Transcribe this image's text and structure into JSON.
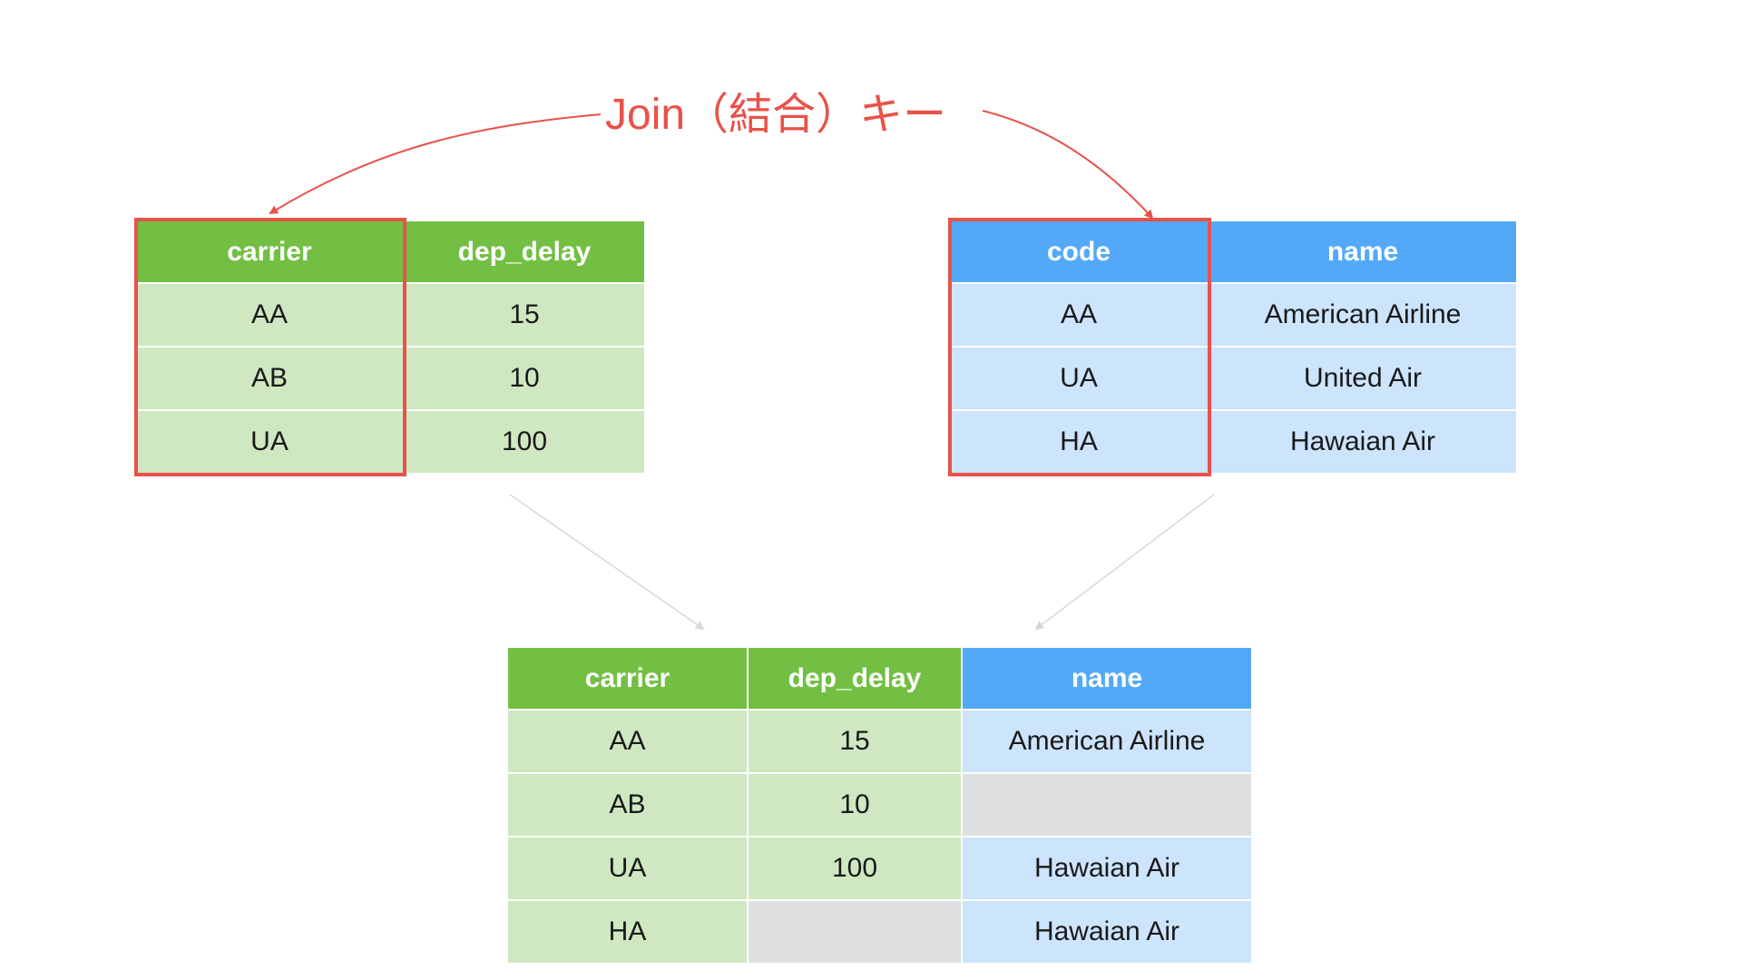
{
  "title": "Join（結合）キー",
  "colors": {
    "green_header": "#72bf44",
    "green_cell": "#cfe8c2",
    "blue_header": "#53a9f8",
    "blue_cell": "#cce4fc",
    "empty_cell": "#dedfe0",
    "key_highlight": "#e8524a"
  },
  "left_table": {
    "headers": [
      "carrier",
      "dep_delay"
    ],
    "rows": [
      [
        "AA",
        "15"
      ],
      [
        "AB",
        "10"
      ],
      [
        "UA",
        "100"
      ]
    ]
  },
  "right_table": {
    "headers": [
      "code",
      "name"
    ],
    "rows": [
      [
        "AA",
        "American Airline"
      ],
      [
        "UA",
        "United Air"
      ],
      [
        "HA",
        "Hawaian Air"
      ]
    ]
  },
  "result_table": {
    "headers": [
      "carrier",
      "dep_delay",
      "name"
    ],
    "rows": [
      [
        "AA",
        "15",
        "American Airline"
      ],
      [
        "AB",
        "10",
        ""
      ],
      [
        "UA",
        "100",
        "Hawaian Air"
      ],
      [
        "HA",
        "",
        "Hawaian Air"
      ]
    ]
  }
}
